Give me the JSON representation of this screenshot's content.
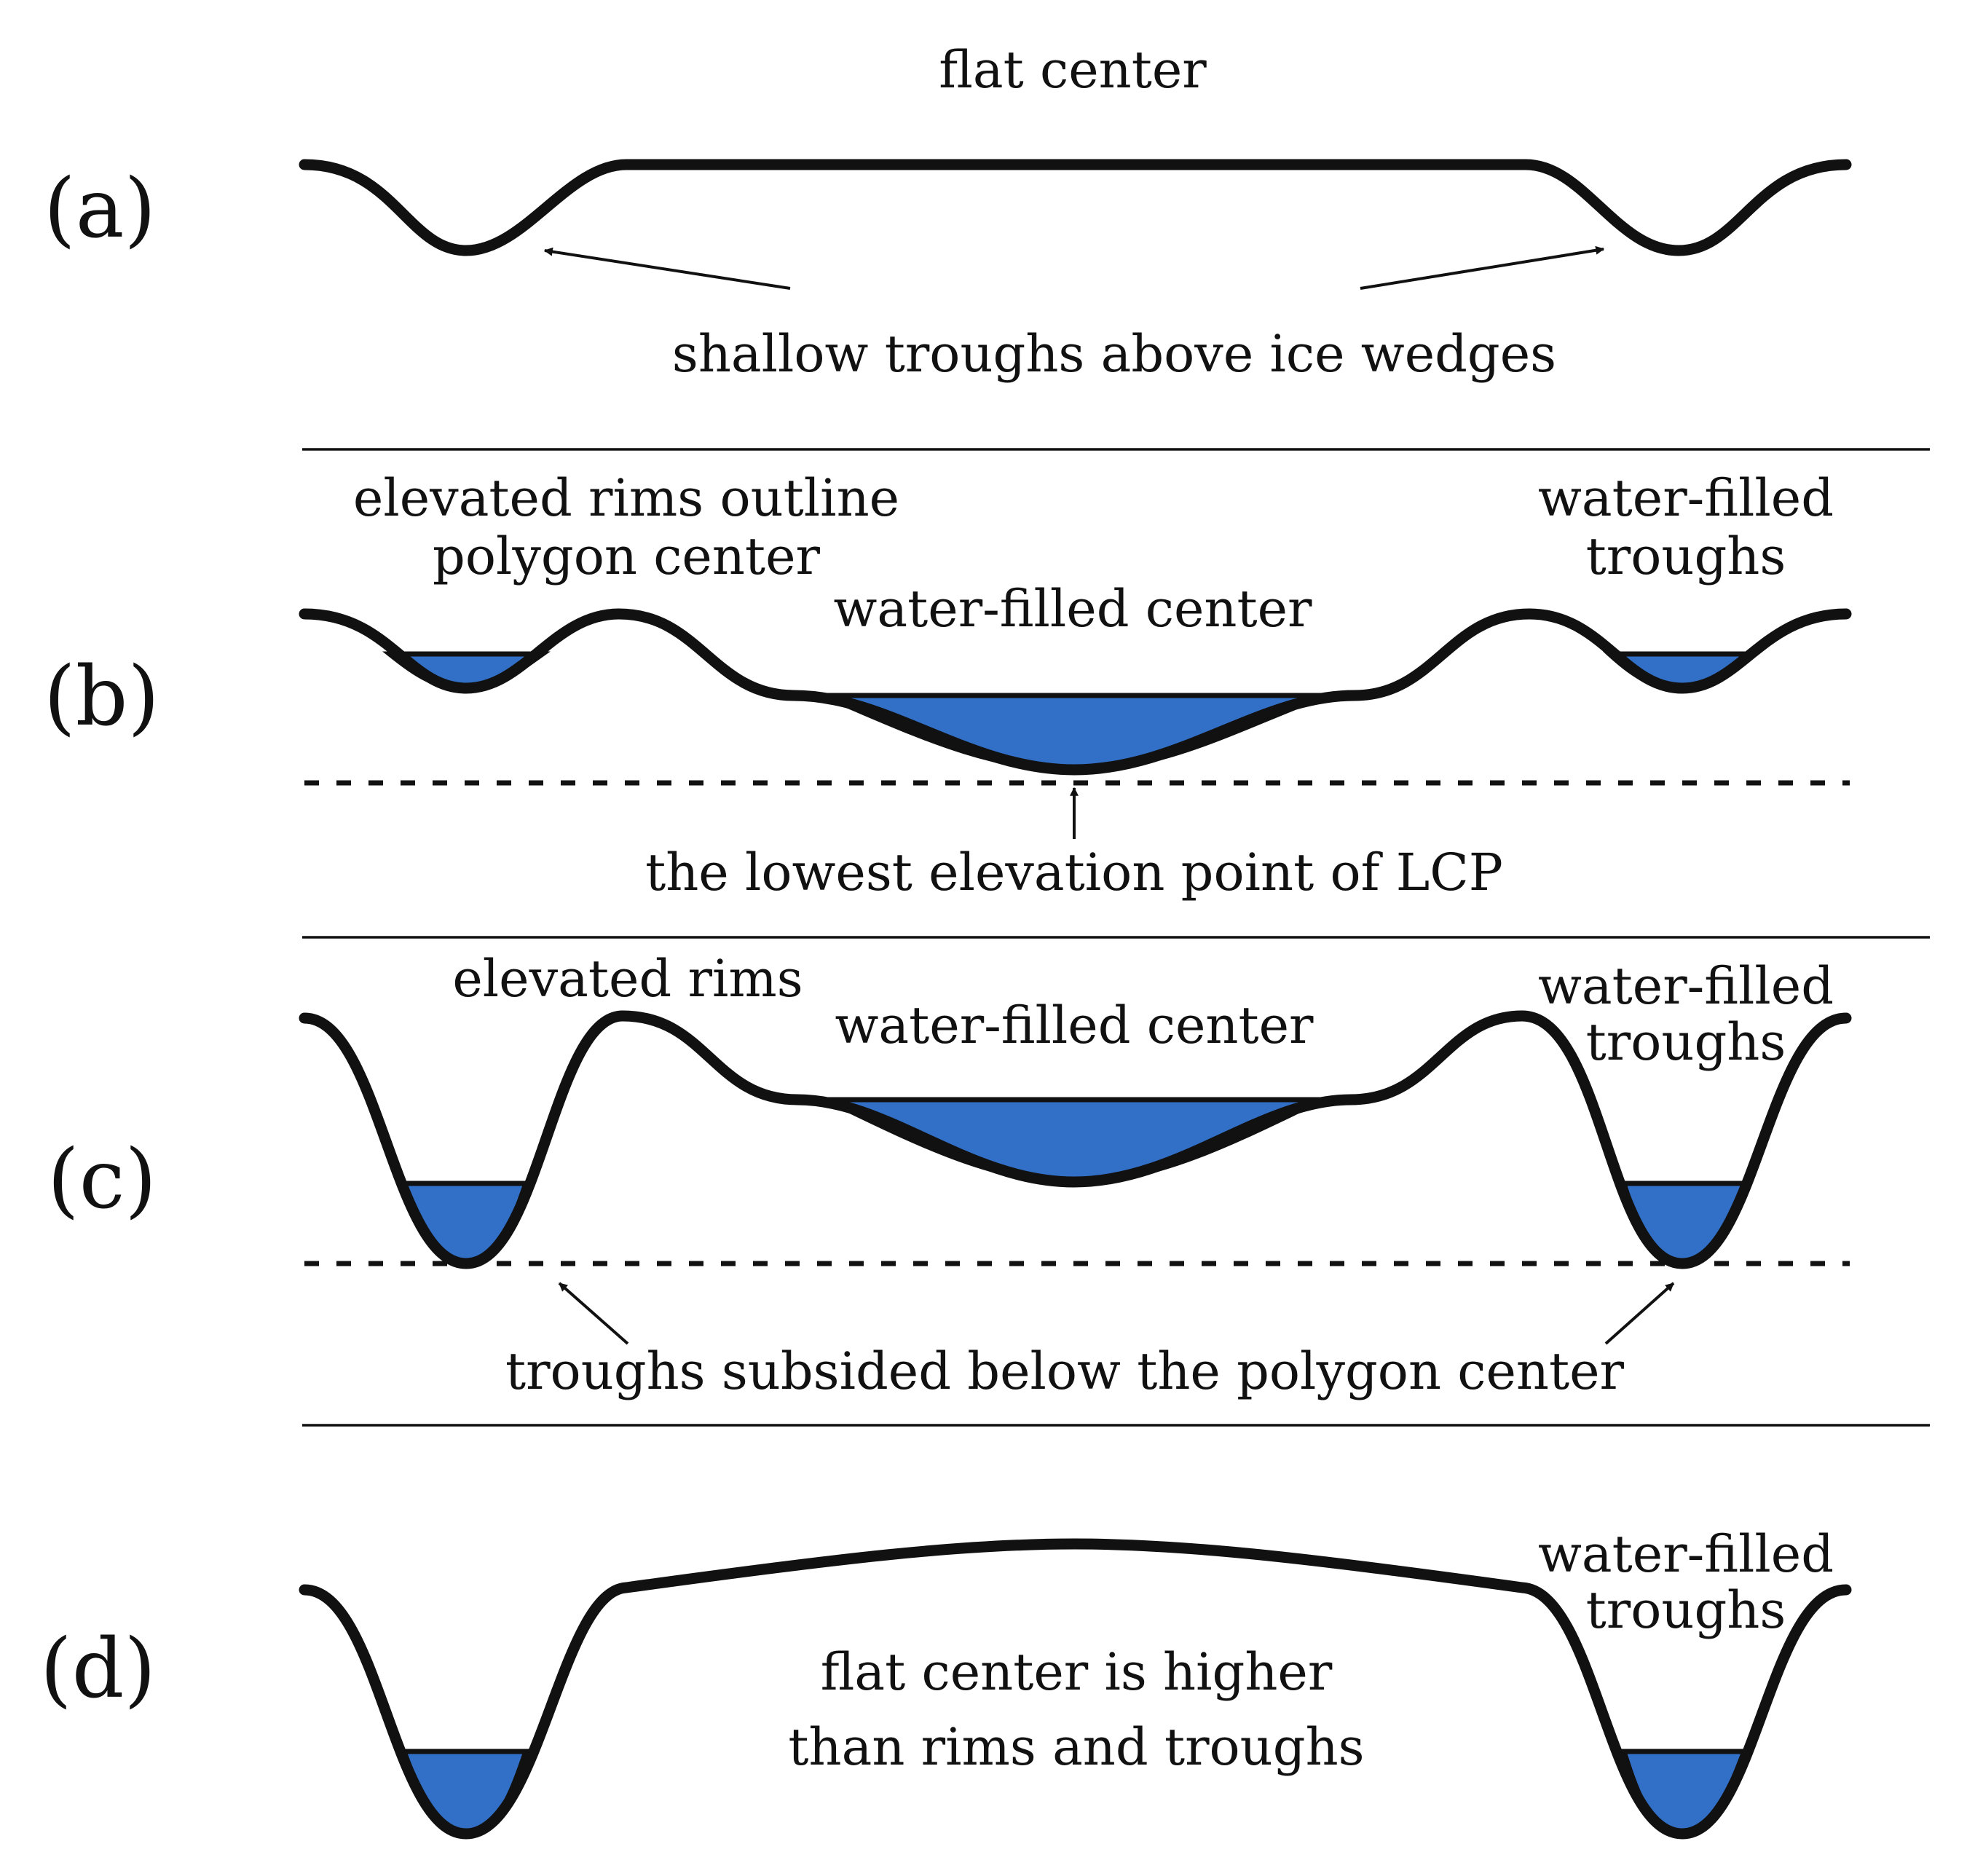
{
  "colors": {
    "water": "#3270c8",
    "line": "#111111",
    "background": "#ffffff"
  },
  "panel_a": {
    "label": "(a)",
    "top_label": "flat center",
    "bottom_label": "shallow troughs above ice wedges"
  },
  "panel_b": {
    "label": "(b)",
    "rims_label_line1": "elevated rims outline",
    "rims_label_line2": "polygon center",
    "troughs_label_line1": "water-filled",
    "troughs_label_line2": "troughs",
    "center_label": "water-filled center",
    "bottom_label": "the lowest elevation point of LCP"
  },
  "panel_c": {
    "label": "(c)",
    "rims_label": "elevated rims",
    "center_label": "water-filled center",
    "troughs_label_line1": "water-filled",
    "troughs_label_line2": "troughs",
    "bottom_label": "troughs subsided below the polygon center"
  },
  "panel_d": {
    "label": "(d)",
    "troughs_label_line1": "water-filled",
    "troughs_label_line2": "troughs",
    "center_label_line1": "flat center is higher",
    "center_label_line2": "than rims and troughs"
  }
}
